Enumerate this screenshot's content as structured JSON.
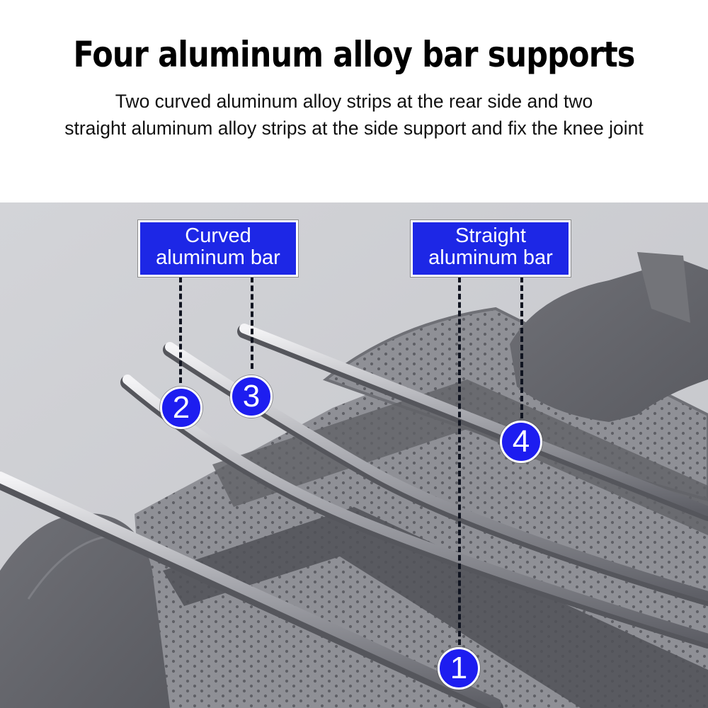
{
  "header": {
    "title": "Four aluminum alloy bar supports",
    "subtitle_line1": "Two curved aluminum alloy strips at the rear side and two",
    "subtitle_line2": "straight aluminum alloy strips at the side support and fix the knee joint"
  },
  "callouts": {
    "curved": {
      "line1": "Curved",
      "line2": "aluminum bar"
    },
    "straight": {
      "line1": "Straight",
      "line2": "aluminum bar"
    }
  },
  "markers": {
    "m1": "1",
    "m2": "2",
    "m3": "3",
    "m4": "4"
  },
  "colors": {
    "callout_blue": "#1d27e6",
    "marker_blue": "#1d1df0",
    "background": "#ffffff"
  }
}
